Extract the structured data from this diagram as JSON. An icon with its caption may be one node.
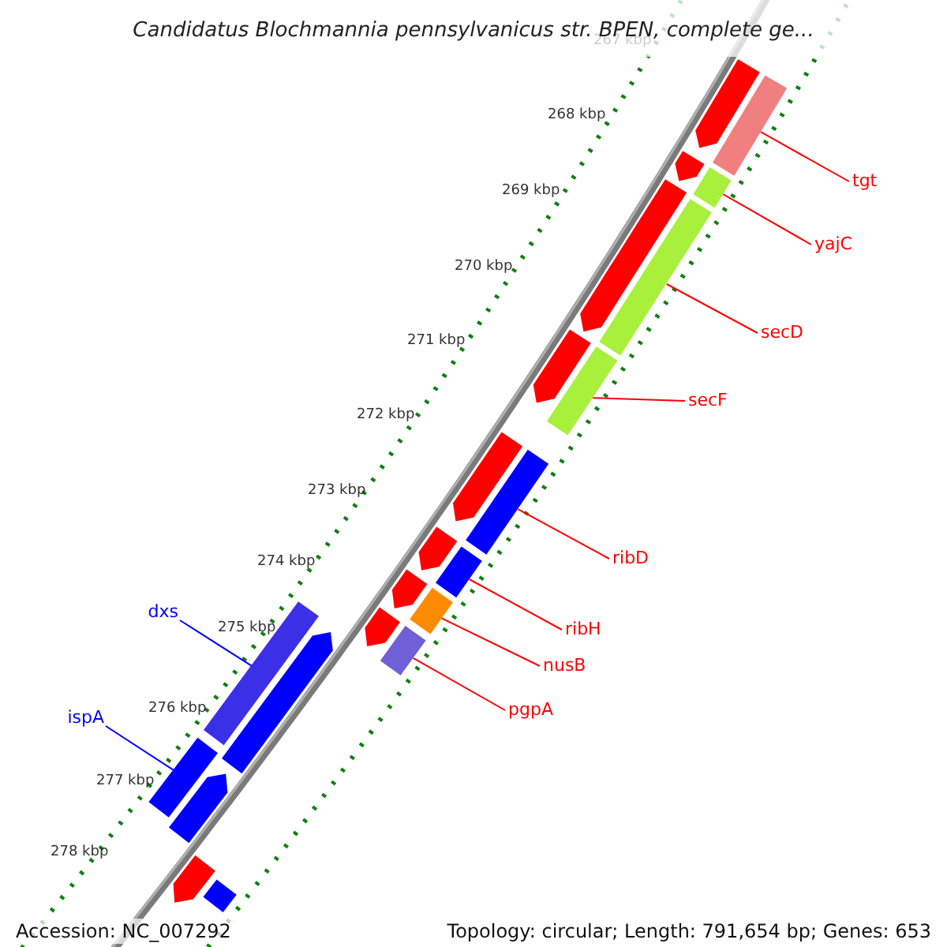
{
  "diagram": {
    "title": "Candidatus Blochmannia pennsylvanicus str. BPEN, complete ge...",
    "nodes": [
      {
        "text": [
          "tgt"
        ]
      },
      {
        "text": [
          "yajC"
        ]
      },
      {
        "text": [
          "secD"
        ]
      },
      {
        "text": [
          "secF"
        ]
      },
      {
        "text": [
          "ribD"
        ]
      },
      {
        "text": [
          "dxs"
        ]
      },
      {
        "text": [
          "ribH"
        ]
      },
      {
        "text": [
          "nusB"
        ]
      },
      {
        "text": [
          "pgpA"
        ]
      },
      {
        "text": [
          "ispA"
        ]
      },
      {
        "text": [],
        "shape": "bar"
      },
      {
        "text": [],
        "shape": "bar"
      },
      {
        "text": [],
        "shape": "bar"
      },
      {
        "text": [],
        "shape": "bar"
      },
      {
        "text": [],
        "shape": "bar"
      },
      {
        "text": [],
        "shape": "bar"
      },
      {
        "text": [],
        "shape": "bar"
      },
      {
        "text": [],
        "shape": "bar"
      },
      {
        "text": [],
        "shape": "bar"
      },
      {
        "text": [],
        "shape": "bar"
      },
      {
        "text": [],
        "shape": "bar"
      },
      {
        "text": [],
        "shape": "bar"
      },
      {
        "text": [],
        "shape": "bar"
      },
      {
        "text": [],
        "shape": "bar"
      },
      {
        "text": [],
        "shape": "bar"
      },
      {
        "text": [],
        "shape": "bar"
      },
      {
        "text": [],
        "shape": "bar"
      },
      {
        "text": [],
        "shape": "bar"
      },
      {
        "text": [],
        "shape": "bar"
      },
      {
        "text": [],
        "shape": "bar"
      },
      {
        "text": [],
        "shape": "bar"
      },
      {
        "text": [],
        "shape": "bar"
      }
    ],
    "edges": [
      {
        "from": 0,
        "to": 10,
        "arrow": "none"
      },
      {
        "from": 1,
        "to": 11,
        "arrow": "none"
      },
      {
        "from": 2,
        "to": 12,
        "arrow": "none"
      },
      {
        "from": 3,
        "to": 13,
        "arrow": "none"
      },
      {
        "from": 4,
        "to": 14,
        "arrow": "none"
      },
      {
        "from": 5,
        "to": 15,
        "arrow": "none",
        "color": "#0000ff"
      },
      {
        "from": 6,
        "to": 16,
        "arrow": "none"
      },
      {
        "from": 7,
        "to": 17,
        "arrow": "none"
      },
      {
        "from": 8,
        "to": 18,
        "arrow": "none"
      },
      {
        "from": 9,
        "to": 19,
        "arrow": "none",
        "color": "#0000ff"
      }
    ],
    "labels": [
      "267 kbp",
      "268 kbp",
      "269 kbp",
      "270 kbp",
      "271 kbp",
      "272 kbp",
      "273 kbp",
      "274 kbp",
      "275 kbp",
      "276 kbp",
      "277 kbp",
      "278 kbp",
      "Accession: NC_007292",
      "Topology: circular; Length: 791,654 bp; Genes: 653"
    ]
  }
}
